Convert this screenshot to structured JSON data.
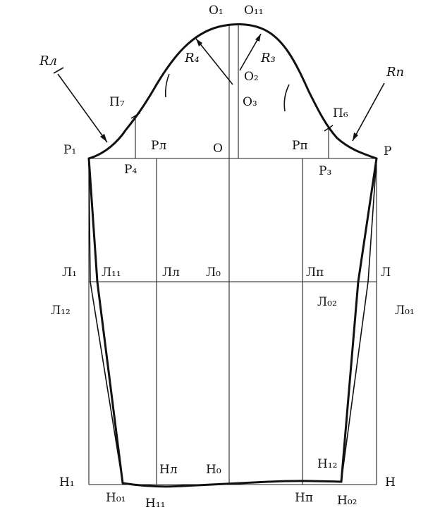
{
  "labels": {
    "O1": "O₁",
    "O11": "O₁₁",
    "R4": "R₄",
    "R3": "R₃",
    "O2": "O₂",
    "O3": "O₃",
    "Rl": "Rл",
    "Rp": "Rп",
    "P7": "П₇",
    "P6": "П₆",
    "Pe1": "P₁",
    "Pe_l": "Pл",
    "O": "O",
    "Pe_p": "Pп",
    "Pe": "P",
    "Pe4": "P₄",
    "Pe3": "P₃",
    "L1": "Л₁",
    "L11": "Л₁₁",
    "L_l": "Лл",
    "L0": "Л₀",
    "L_p": "Лп",
    "L": "Л",
    "L12": "Л₁₂",
    "L02": "Л₀₂",
    "L01": "Л₀₁",
    "H1": "H₁",
    "H_l": "Hл",
    "H0": "H₀",
    "H12": "H₁₂",
    "H": "H",
    "H01": "H₀₁",
    "H11": "H₁₁",
    "H_p": "Hп",
    "H02": "H₀₂"
  }
}
